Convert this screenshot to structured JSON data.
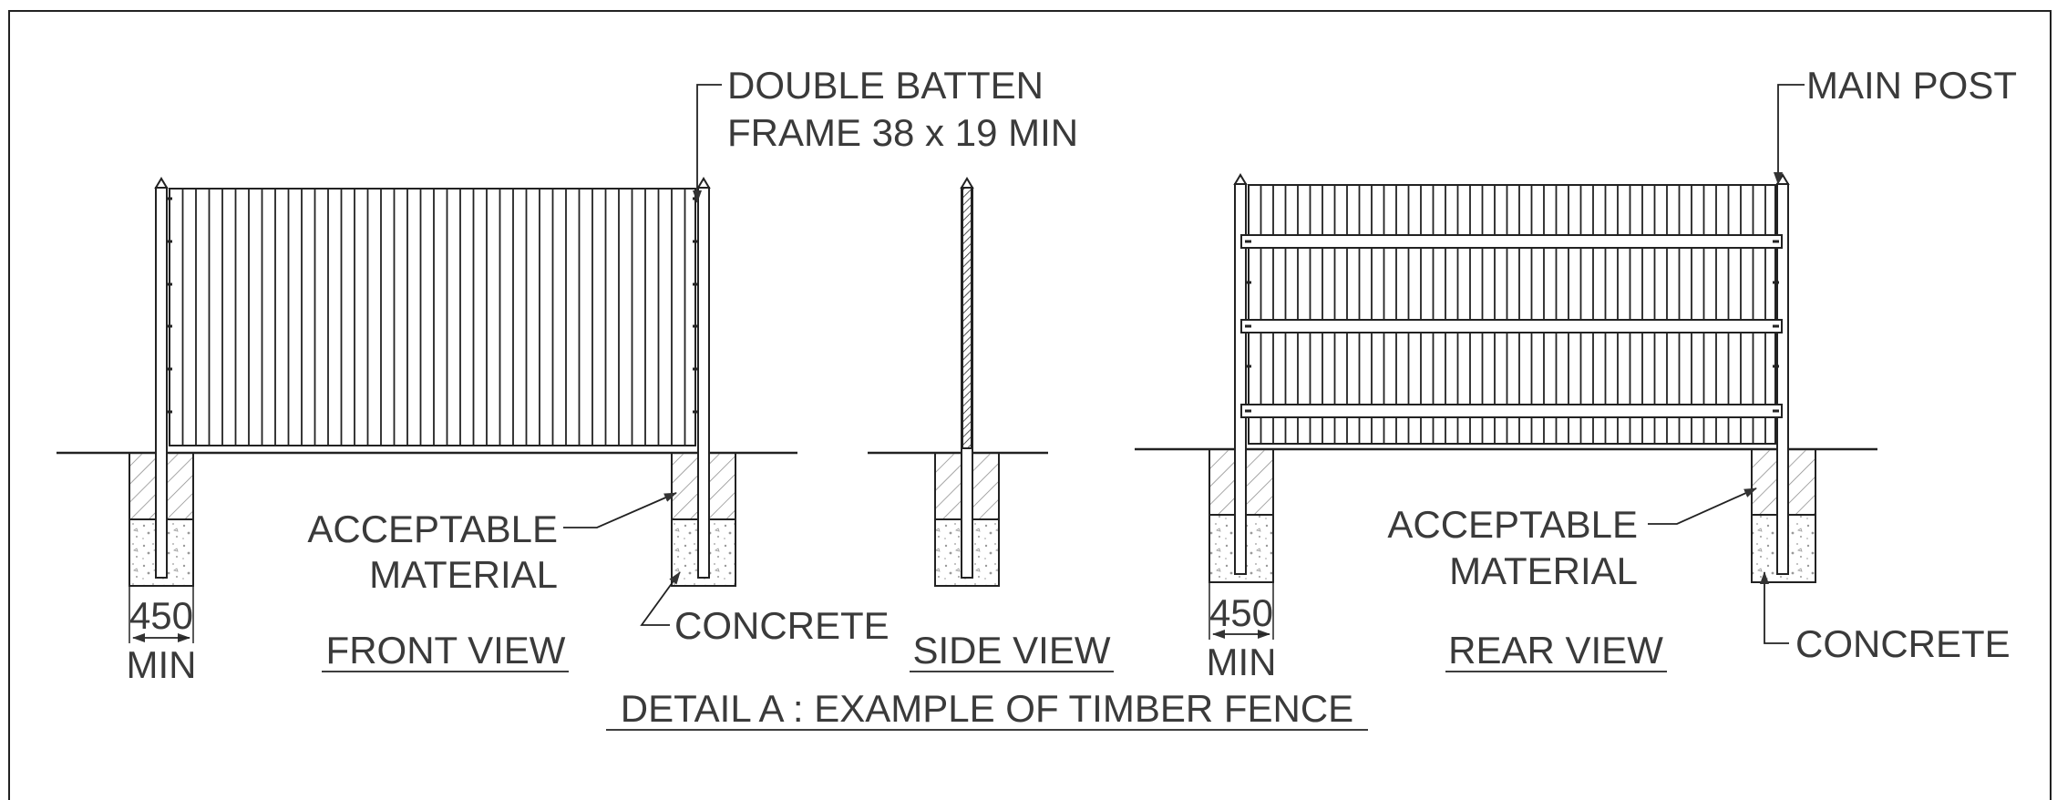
{
  "labels": {
    "double_batten_line1": "DOUBLE BATTEN",
    "double_batten_line2": "FRAME 38 x 19 MIN",
    "main_post": "MAIN POST",
    "front_acceptable_line1": "ACCEPTABLE",
    "front_acceptable_line2": "MATERIAL",
    "front_concrete": "CONCRETE",
    "front_dim_value": "450",
    "front_dim_min": "MIN",
    "rear_acceptable_line1": "ACCEPTABLE",
    "rear_acceptable_line2": "MATERIAL",
    "rear_concrete": "CONCRETE",
    "rear_dim_value": "450",
    "rear_dim_min": "MIN"
  },
  "views": {
    "front": "FRONT VIEW",
    "side": "SIDE VIEW",
    "rear": "REAR VIEW"
  },
  "title": "DETAIL A : EXAMPLE OF TIMBER FENCE",
  "colors": {
    "line": "#222222",
    "text": "#3a3a3a",
    "hatch": "#8a8a8a",
    "concrete_dot": "#9a9a9a"
  }
}
